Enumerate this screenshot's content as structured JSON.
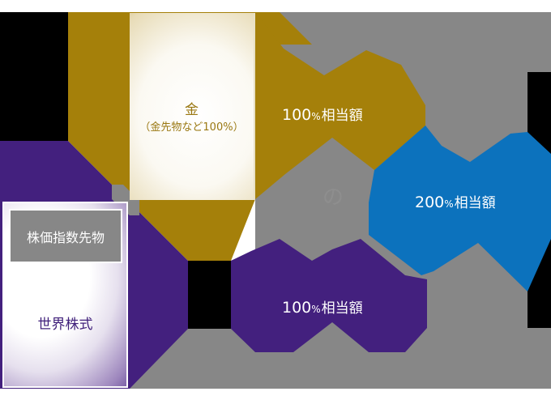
{
  "colors": {
    "gold": "#A5800A",
    "purple": "#43207E",
    "blue": "#0C72BD",
    "gray_mask": "#878787",
    "black": "#000000",
    "white": "#FFFFFF"
  },
  "gold_card": {
    "title": "金",
    "subtitle": "（金先物など100%）"
  },
  "equity_card": {
    "label_box": "株価指数先物",
    "title": "世界株式"
  },
  "amounts": {
    "gold": {
      "number": "100",
      "percent": "%",
      "suffix": "相当額"
    },
    "total": {
      "number": "200",
      "percent": "%",
      "suffix": "相当額"
    },
    "equity": {
      "number": "100",
      "percent": "%",
      "suffix": "相当額"
    }
  }
}
